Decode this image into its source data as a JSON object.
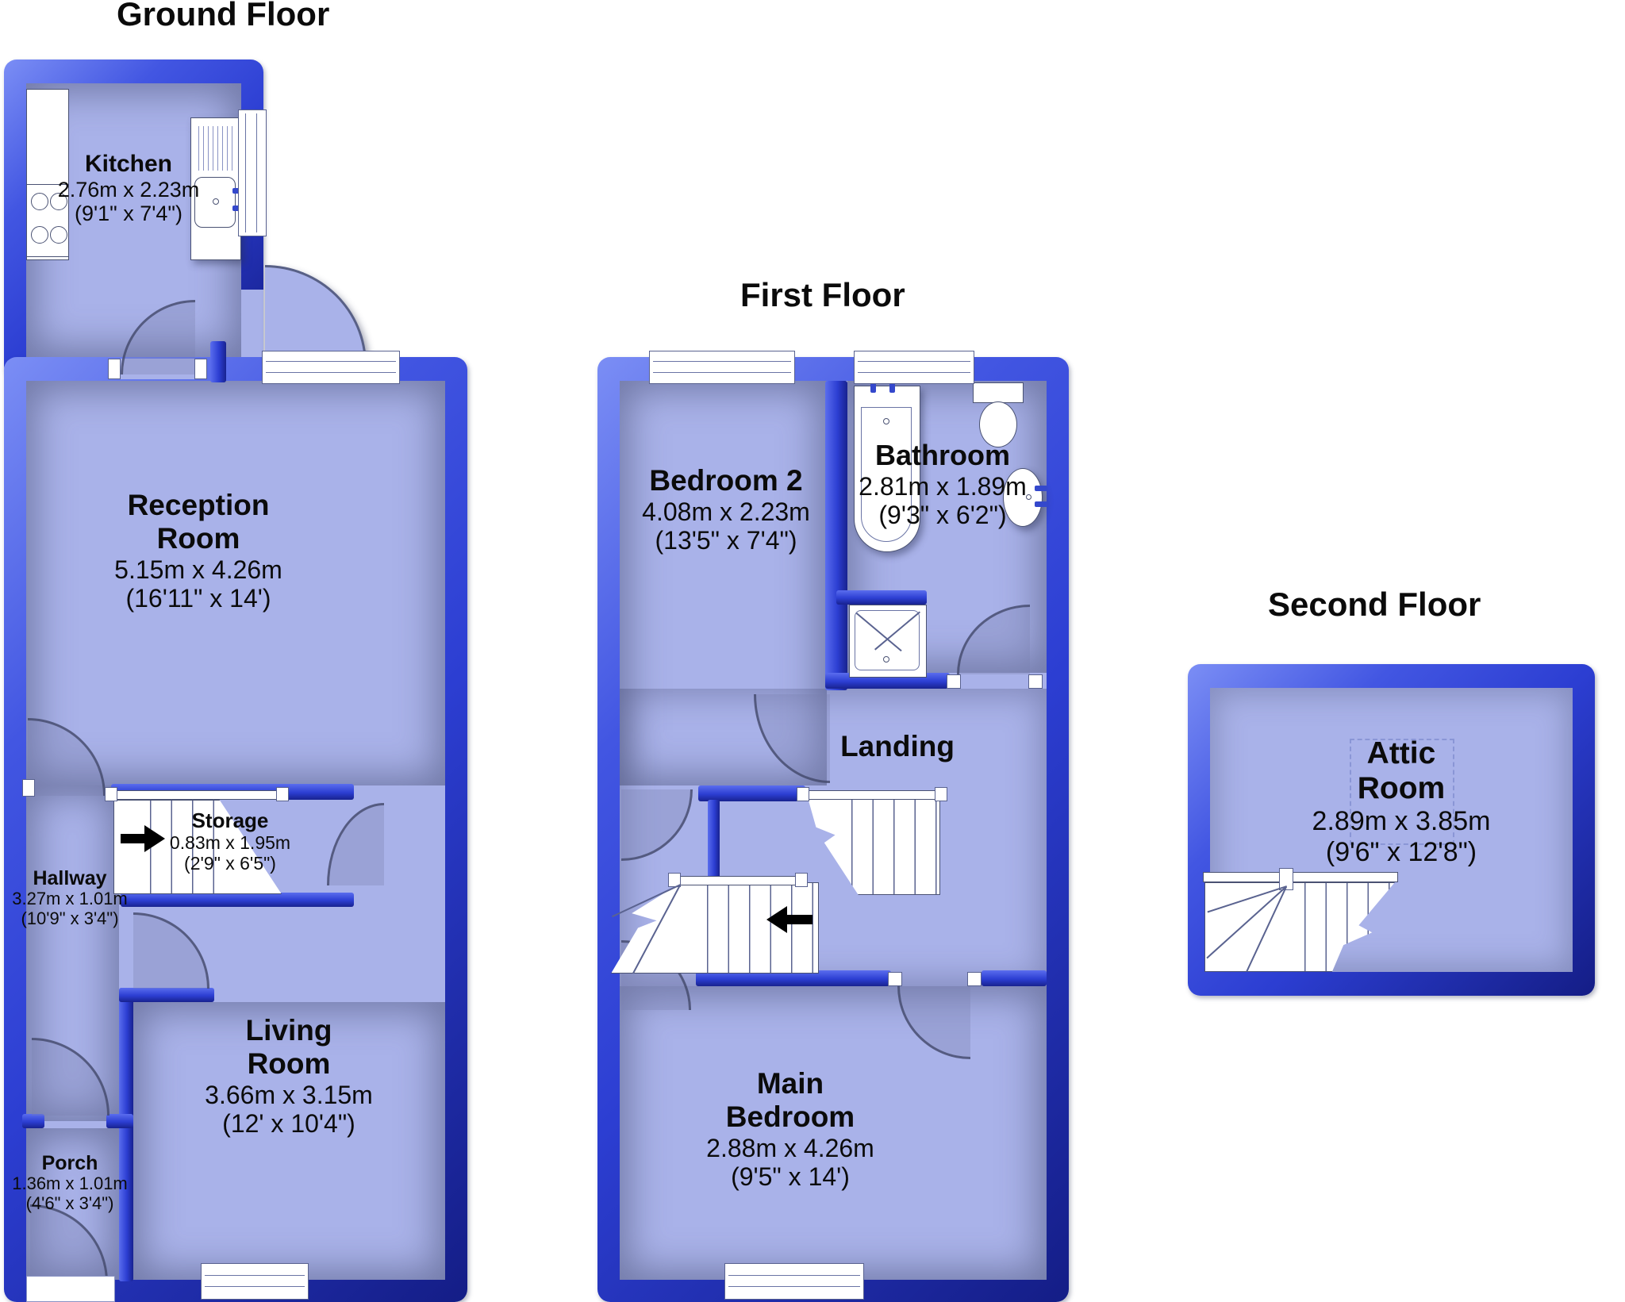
{
  "colors": {
    "wall": "#2c3ed2",
    "floor": "#a9b2e9",
    "fixture_outline": "#4a5273",
    "text": "#0b0b0b"
  },
  "floors": {
    "ground": {
      "title": "Ground Floor",
      "rooms": {
        "kitchen": {
          "name": "Kitchen",
          "metric": "2.76m x 2.23m",
          "imperial": "(9'1\" x 7'4\")"
        },
        "reception": {
          "name": "Reception Room",
          "metric": "5.15m x 4.26m",
          "imperial": "(16'11\" x 14')"
        },
        "storage": {
          "name": "Storage",
          "metric": "0.83m x 1.95m",
          "imperial": "(2'9\" x 6'5\")"
        },
        "hallway": {
          "name": "Hallway",
          "metric": "3.27m x 1.01m",
          "imperial": "(10'9\" x 3'4\")"
        },
        "living": {
          "name": "Living Room",
          "metric": "3.66m x 3.15m",
          "imperial": "(12' x 10'4\")"
        },
        "porch": {
          "name": "Porch",
          "metric": "1.36m x 1.01m",
          "imperial": "(4'6\" x 3'4\")"
        }
      }
    },
    "first": {
      "title": "First Floor",
      "rooms": {
        "bedroom2": {
          "name": "Bedroom 2",
          "metric": "4.08m x 2.23m",
          "imperial": "(13'5\" x 7'4\")"
        },
        "bathroom": {
          "name": "Bathroom",
          "metric": "2.81m x 1.89m",
          "imperial": "(9'3\" x 6'2\")"
        },
        "landing": {
          "name": "Landing"
        },
        "main_bedroom": {
          "name": "Main Bedroom",
          "metric": "2.88m x 4.26m",
          "imperial": "(9'5\" x 14')"
        }
      }
    },
    "second": {
      "title": "Second Floor",
      "rooms": {
        "attic": {
          "name": "Attic Room",
          "metric": "2.89m x 3.85m",
          "imperial": "(9'6\" x 12'8\")"
        }
      }
    }
  }
}
